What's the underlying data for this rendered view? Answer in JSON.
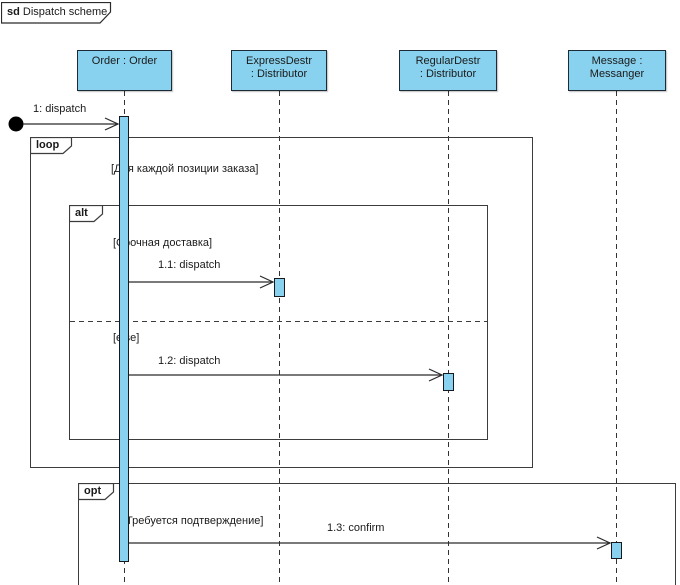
{
  "frame": {
    "keyword": "sd",
    "title": "Dispatch scheme"
  },
  "colors": {
    "shape_fill": "#89D2EF",
    "shape_border": "#16191d",
    "fragment_border": "#3c3c3c",
    "text": "#1a1a1a"
  },
  "lifelines": [
    {
      "id": "order",
      "label_lines": [
        "Order : Order",
        ""
      ]
    },
    {
      "id": "express-destr",
      "label_lines": [
        "ExpressDestr",
        ": Distributor"
      ]
    },
    {
      "id": "regular-destr",
      "label_lines": [
        "RegularDestr",
        ": Distributor"
      ]
    },
    {
      "id": "message",
      "label_lines": [
        "Message :",
        "Messanger"
      ]
    }
  ],
  "fragments": [
    {
      "operator": "loop",
      "guard": "[Для каждой позиции заказа]"
    },
    {
      "operator": "alt",
      "guards": [
        "[Срочная доставка]",
        "[else]"
      ]
    },
    {
      "operator": "opt",
      "guard": "[Требуется подтверждение]"
    }
  ],
  "messages": [
    {
      "label": "1: dispatch",
      "from": "found",
      "to": "order"
    },
    {
      "label": "1.1: dispatch",
      "from": "order",
      "to": "express-destr"
    },
    {
      "label": "1.2: dispatch",
      "from": "order",
      "to": "regular-destr"
    },
    {
      "label": "1.3: confirm",
      "from": "order",
      "to": "message"
    }
  ]
}
